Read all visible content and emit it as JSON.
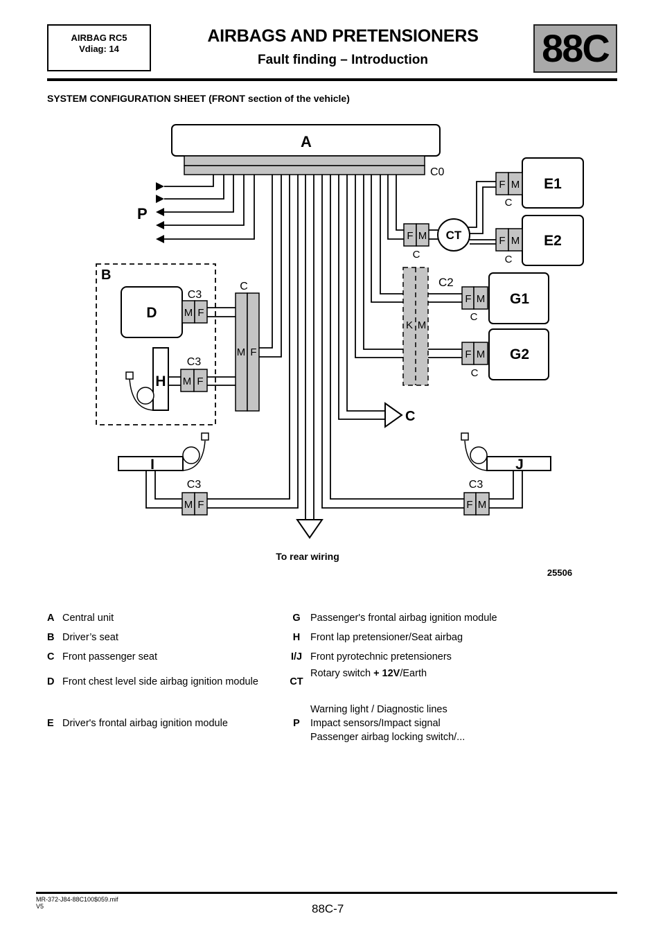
{
  "header": {
    "system_line1": "AIRBAG RC5",
    "system_line2": "Vdiag: 14",
    "title": "AIRBAGS AND PRETENSIONERS",
    "subtitle": "Fault finding – Introduction",
    "section_code": "88C"
  },
  "section_title": "SYSTEM CONFIGURATION SHEET (FRONT section of the vehicle)",
  "diagram": {
    "figure_number": "25506",
    "rear_wiring_label": "To rear wiring",
    "components": {
      "A": "A",
      "B": "B",
      "C": "C",
      "D": "D",
      "E1": "E1",
      "E2": "E2",
      "G1": "G1",
      "G2": "G2",
      "H": "H",
      "I": "I",
      "J": "J",
      "P": "P",
      "CT": "CT"
    },
    "connectors": {
      "C0": "C0",
      "C2": "C2",
      "C3": "C3",
      "C": "C",
      "pin_F": "F",
      "pin_M": "M",
      "pin_K": "K"
    }
  },
  "legend": [
    {
      "key": "A",
      "desc": "Central unit",
      "key2": "G",
      "desc2": "Passenger's frontal airbag ignition module"
    },
    {
      "key": "B",
      "desc": "Driver’s seat",
      "key2": "H",
      "desc2": "Front lap pretensioner/Seat airbag"
    },
    {
      "key": "C",
      "desc": "Front passenger seat",
      "key2": "I/J",
      "desc2": "Front pyrotechnic pretensioners"
    },
    {
      "key": "D",
      "desc": "Front chest level side airbag ignition module",
      "key2": "CT",
      "desc2_pre": "Rotary switch ",
      "desc2_bold": "+ 12V",
      "desc2_post": "/Earth"
    },
    {
      "key": "E",
      "desc": "Driver's frontal airbag ignition module",
      "key2": "P",
      "desc2_lines": [
        "Warning light / Diagnostic lines",
        "Impact sensors/Impact signal",
        "Passenger airbag locking switch/..."
      ]
    }
  ],
  "footer": {
    "doc_ref": "MR-372-J84-88C100$059.mif",
    "version": "V5",
    "page": "88C-7"
  }
}
